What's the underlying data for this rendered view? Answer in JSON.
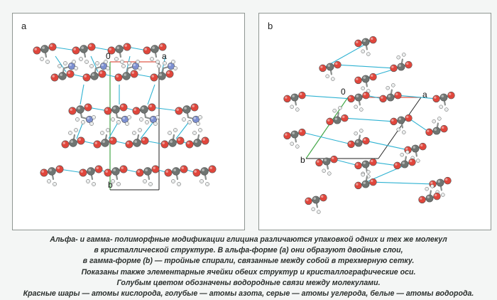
{
  "panels": [
    {
      "letter": "a",
      "axis_labels": {
        "origin": "0",
        "a": "a",
        "b": "b"
      }
    },
    {
      "letter": "b",
      "axis_labels": {
        "origin": "0",
        "a": "a",
        "b": "b"
      }
    }
  ],
  "caption": [
    "Альфа- и гамма- полиморфные модификации глицина различаются упаковкой одних и тех же молекул",
    "в кристаллической структуре. В альфа-форме (a) они образуют двойные слои,",
    "в гамма-форме (b) — тройные спирали, связанные между собой в трехмерную сетку.",
    "Показаны также элементарные ячейки обеих структур и кристаллографические оси.",
    "Голубым цветом обозначены водородные связи между молекулами.",
    "Красные шары — атомы кислорода, голубые — атомы азота, серые — атомы углерода, белые — атомы водорода."
  ],
  "colors": {
    "oxygen": "#e0463c",
    "nitrogen": "#7c8fd0",
    "carbon": "#6f7572",
    "hydrogen": "#e9ecec",
    "hbond": "#2eb2d2",
    "cell_a": "#e05a4a",
    "cell_b": "#46a84a",
    "cell_c": "#222222"
  }
}
